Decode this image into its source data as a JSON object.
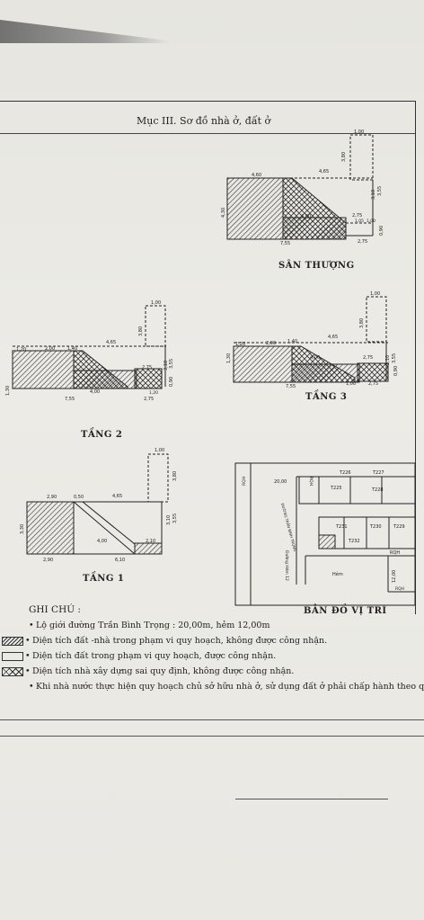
{
  "section_title": "Mục III. Sơ đồ nhà ở, đất ở",
  "drawings": {
    "san_thuong": {
      "caption": "SÂN THƯỢNG",
      "dims": [
        "1,00",
        "3,80",
        "4,60",
        "4,65",
        "3,55",
        "3,10",
        "4,30",
        "4,00",
        "2,75",
        "0,90",
        "7,55",
        "2,75",
        "1,05",
        "1,00"
      ]
    },
    "tang_2": {
      "caption": "TẦNG 2",
      "dims": [
        "1,00",
        "3,80",
        "1,20",
        "2,00",
        "1,40",
        "4,65",
        "3,55",
        "3,10",
        "1,30",
        "4,00",
        "2,75",
        "0,90",
        "7,55",
        "2,75",
        "1,20"
      ]
    },
    "tang_3": {
      "caption": "TẦNG 3",
      "dims": [
        "1,00",
        "3,80",
        "1,20",
        "2,00",
        "1,40",
        "4,65",
        "3,55",
        "3,10",
        "1,30",
        "4,00",
        "2,75",
        "0,90",
        "7,55",
        "1,00",
        "2,75"
      ]
    },
    "tang_1": {
      "caption": "TẦNG 1",
      "dims": [
        "1,00",
        "3,80",
        "2,90",
        "0,50",
        "4,65",
        "3,55",
        "3,10",
        "3,30",
        "4,00",
        "2,10",
        "2,90",
        "6,10"
      ]
    },
    "ban_do": {
      "caption": "BẢN ĐỒ VỊ TRÍ",
      "labels": [
        "RQH",
        "20,00",
        "T226",
        "T227",
        "T225",
        "T228",
        "T231",
        "T230",
        "T229",
        "T232",
        "RQH",
        "Hẻm",
        "12,00",
        "RQH",
        "RQH"
      ],
      "street_label": "ĐƯỜNG TRẦN BÌNH TRỌNG",
      "street_label_2": "Đường Hẻm 12"
    }
  },
  "notes": {
    "title": "GHI CHÚ :",
    "items": [
      "Lộ giới đường Trần Bình Trọng : 20,00m, hẻm 12,00m",
      "Diện tích đất -nhà trong phạm vi quy hoạch, không được công nhận.",
      "Diện tích đất trong phạm vi quy hoạch, được công nhận.",
      "Diện tích nhà xây dựng sai quy định, không được công nhận.",
      "Khi nhà nước thực hiện quy hoạch chủ sở hữu nhà ở, sử dụng đất ở phải chấp hành theo qu"
    ]
  }
}
